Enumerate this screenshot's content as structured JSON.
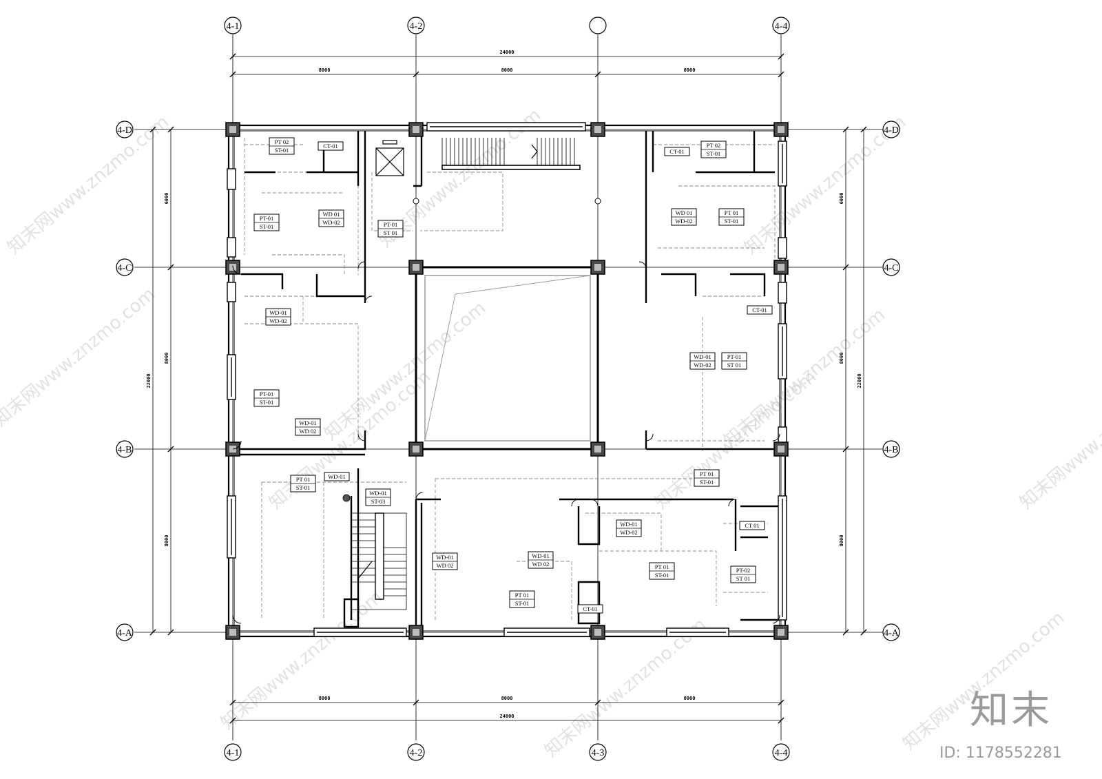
{
  "axes": {
    "top": [
      "4-1",
      "4-2",
      "",
      "4-4"
    ],
    "bottom": [
      "4-1",
      "4-2",
      "4-3",
      "4-4"
    ],
    "left": [
      "4-D",
      "4-C",
      "4-B",
      "4-A"
    ],
    "right": [
      "4-D",
      "4-C",
      "4-B",
      "4-A"
    ]
  },
  "dimensions": {
    "top_total": "24000",
    "top_segments": [
      "8000",
      "8000",
      "8000"
    ],
    "bottom_segments": [
      "8000",
      "8000",
      "8000"
    ],
    "bottom_total": "24000",
    "left_total": "22000",
    "left_segments": [
      "6000",
      "8000",
      "8000"
    ],
    "right_total": "22000",
    "right_segments": [
      "6000",
      "8000",
      "8000"
    ]
  },
  "tags": [
    {
      "top": "PT 02",
      "bottom": "ST-01"
    },
    {
      "top": "CT-01",
      "bottom": ""
    },
    {
      "top": "PT-01",
      "bottom": "ST-01"
    },
    {
      "top": "WD 01",
      "bottom": "WD-02"
    },
    {
      "top": "PT-01",
      "bottom": "ST 01"
    },
    {
      "top": "WD-01",
      "bottom": "WD-02"
    },
    {
      "top": "PT-01",
      "bottom": "ST-01"
    },
    {
      "top": "WD-01",
      "bottom": "WD 02"
    },
    {
      "top": "CT-01",
      "bottom": ""
    },
    {
      "top": "PT 02",
      "bottom": "ST-01"
    },
    {
      "top": "WD 01",
      "bottom": "WD-02"
    },
    {
      "top": "PT 01",
      "bottom": "ST-01"
    },
    {
      "top": "CT-01",
      "bottom": ""
    },
    {
      "top": "WD-01",
      "bottom": "WD-02"
    },
    {
      "top": "PT-01",
      "bottom": "ST 01"
    },
    {
      "top": "PT 01",
      "bottom": "ST-01"
    },
    {
      "top": "WD-01",
      "bottom": ""
    },
    {
      "top": "WD-01",
      "bottom": "ST-03"
    },
    {
      "top": "PT 01",
      "bottom": "ST-01"
    },
    {
      "top": "WD-01",
      "bottom": "WD 02"
    },
    {
      "top": "WD-01",
      "bottom": "WD-02"
    },
    {
      "top": "WD-01",
      "bottom": "WD 02"
    },
    {
      "top": "PT 01",
      "bottom": "ST-01"
    },
    {
      "top": "CT-01",
      "bottom": ""
    },
    {
      "top": "PT 01",
      "bottom": "ST-01"
    },
    {
      "top": "CT 01",
      "bottom": ""
    },
    {
      "top": "PT-02",
      "bottom": "ST 01"
    }
  ],
  "watermark": {
    "text": "知末网www.znzmo.com",
    "brand": "知末",
    "id_label": "ID: 1178552281"
  }
}
